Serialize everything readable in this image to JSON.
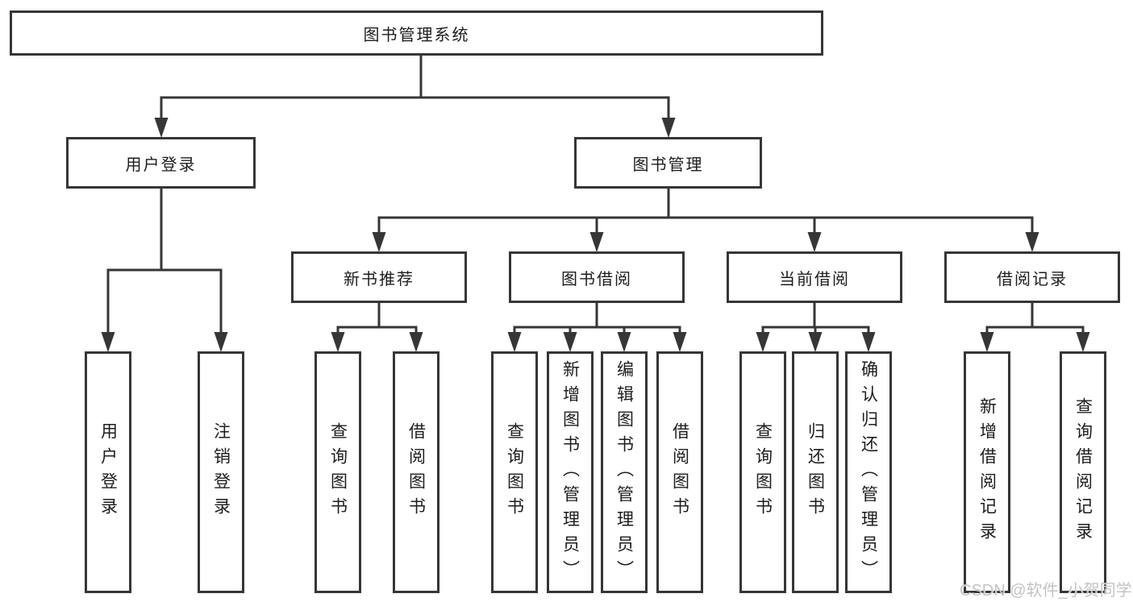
{
  "tree": {
    "root": "图书管理系统",
    "user_login": {
      "label": "用户登录",
      "children": [
        "用户登录",
        "注销登录"
      ]
    },
    "book_mgmt": {
      "label": "图书管理",
      "children": [
        {
          "label": "新书推荐",
          "leaves": [
            "查询图书",
            "借阅图书"
          ]
        },
        {
          "label": "图书借阅",
          "leaves": [
            "查询图书",
            "新增图书（管理员）",
            "编辑图书（管理员）",
            "借阅图书"
          ]
        },
        {
          "label": "当前借阅",
          "leaves": [
            "查询图书",
            "归还图书",
            "确认归还（管理员）"
          ]
        },
        {
          "label": "借阅记录",
          "leaves": [
            "新增借阅记录",
            "查询借阅记录"
          ]
        }
      ]
    }
  },
  "watermark": "CSDN @软件_小贺同学",
  "colors": {
    "line": "#363636",
    "text": "#1d1d1d",
    "watermark": "#c3c3c3",
    "background": "#ffffff"
  }
}
